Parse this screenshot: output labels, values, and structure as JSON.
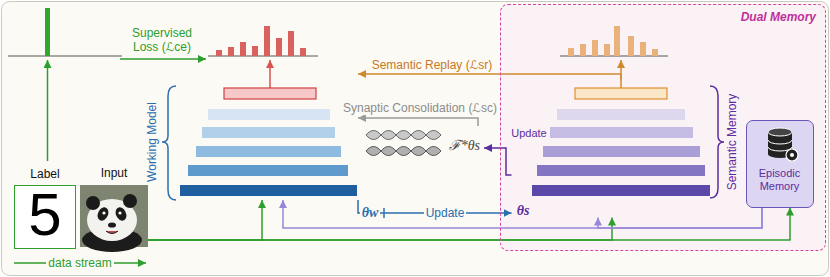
{
  "diagram": {
    "nodes": [
      {
        "text": [
          "Working Model"
        ]
      },
      {
        "text": [
          "ℱ*θs"
        ]
      },
      {
        "text": [
          "Dual Memory"
        ]
      },
      {
        "text": [
          "Semantic Memory"
        ],
        "in": 2
      },
      {
        "text": [
          "Episodic Memory"
        ],
        "in": 2
      },
      {
        "text": [
          "Label",
          "5"
        ]
      },
      {
        "text": [
          "Input"
        ]
      }
    ],
    "edges": [
      {
        "from": 0,
        "to": 3,
        "label": "Update",
        "arrow": "to"
      },
      {
        "from": 3,
        "to": 1,
        "label": "Update",
        "arrow": "to"
      },
      {
        "from": 1,
        "to": 0,
        "label": "Synaptic Consolidation (ℒsc)",
        "arrow": "to"
      },
      {
        "from": 3,
        "to": 0,
        "label": "Semantic Replay (ℒsr)",
        "arrow": "to"
      },
      {
        "from": 6,
        "to": 0,
        "arrow": "to"
      },
      {
        "from": 6,
        "to": 3,
        "arrow": "to"
      },
      {
        "from": 6,
        "to": 4,
        "arrow": "to"
      },
      {
        "from": 4,
        "to": 0,
        "arrow": "to"
      },
      {
        "from": 4,
        "to": 3,
        "arrow": "to"
      }
    ],
    "labels": [
      "Supervised Loss (ℒce)",
      "θw",
      "θs",
      "data stream"
    ]
  }
}
